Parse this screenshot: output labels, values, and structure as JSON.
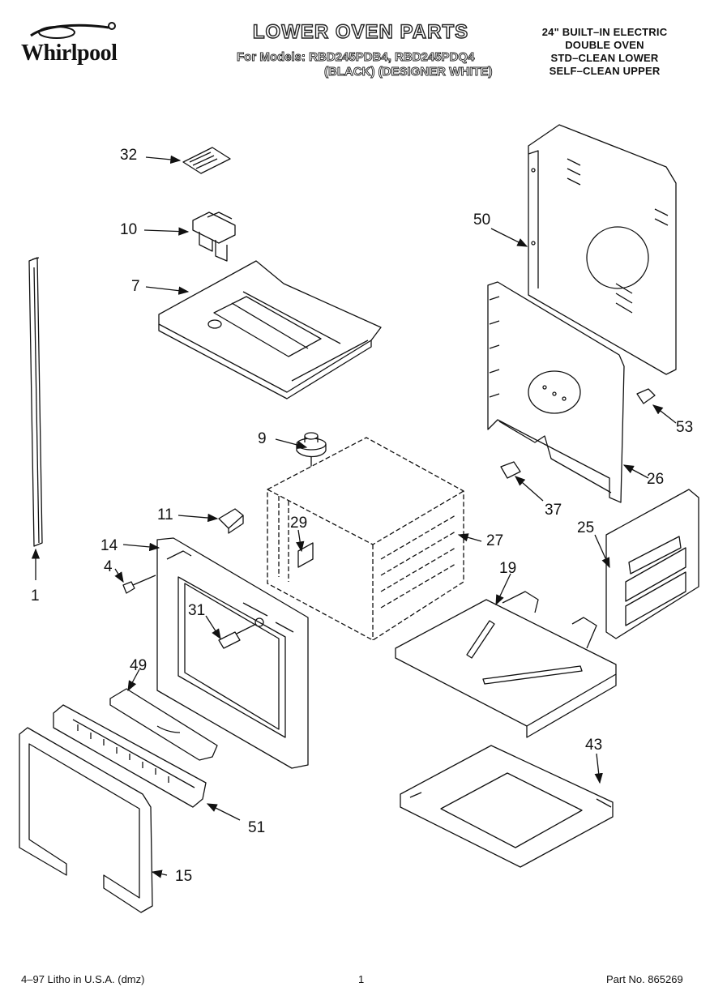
{
  "header": {
    "brand": "Whirlpool",
    "title": "LOWER OVEN PARTS",
    "models_line": "For Models: RBD245PDB4, RBD245PDQ4",
    "colors_line": "(BLACK) (DESIGNER WHITE)",
    "spec_lines": [
      "24\" BUILT–IN ELECTRIC",
      "DOUBLE OVEN",
      "STD–CLEAN LOWER",
      "SELF–CLEAN UPPER"
    ]
  },
  "callouts": {
    "c32": "32",
    "c10": "10",
    "c7": "7",
    "c1": "1",
    "c9": "9",
    "c11": "11",
    "c29": "29",
    "c27": "27",
    "c14": "14",
    "c4": "4",
    "c31": "31",
    "c49": "49",
    "c51": "51",
    "c15": "15",
    "c19": "19",
    "c43": "43",
    "c50": "50",
    "c53": "53",
    "c26": "26",
    "c37": "37",
    "c25": "25"
  },
  "footer": {
    "litho": "4–97 Litho in U.S.A. (dmz)",
    "page_number": "1",
    "part_no": "Part No. 865269"
  }
}
